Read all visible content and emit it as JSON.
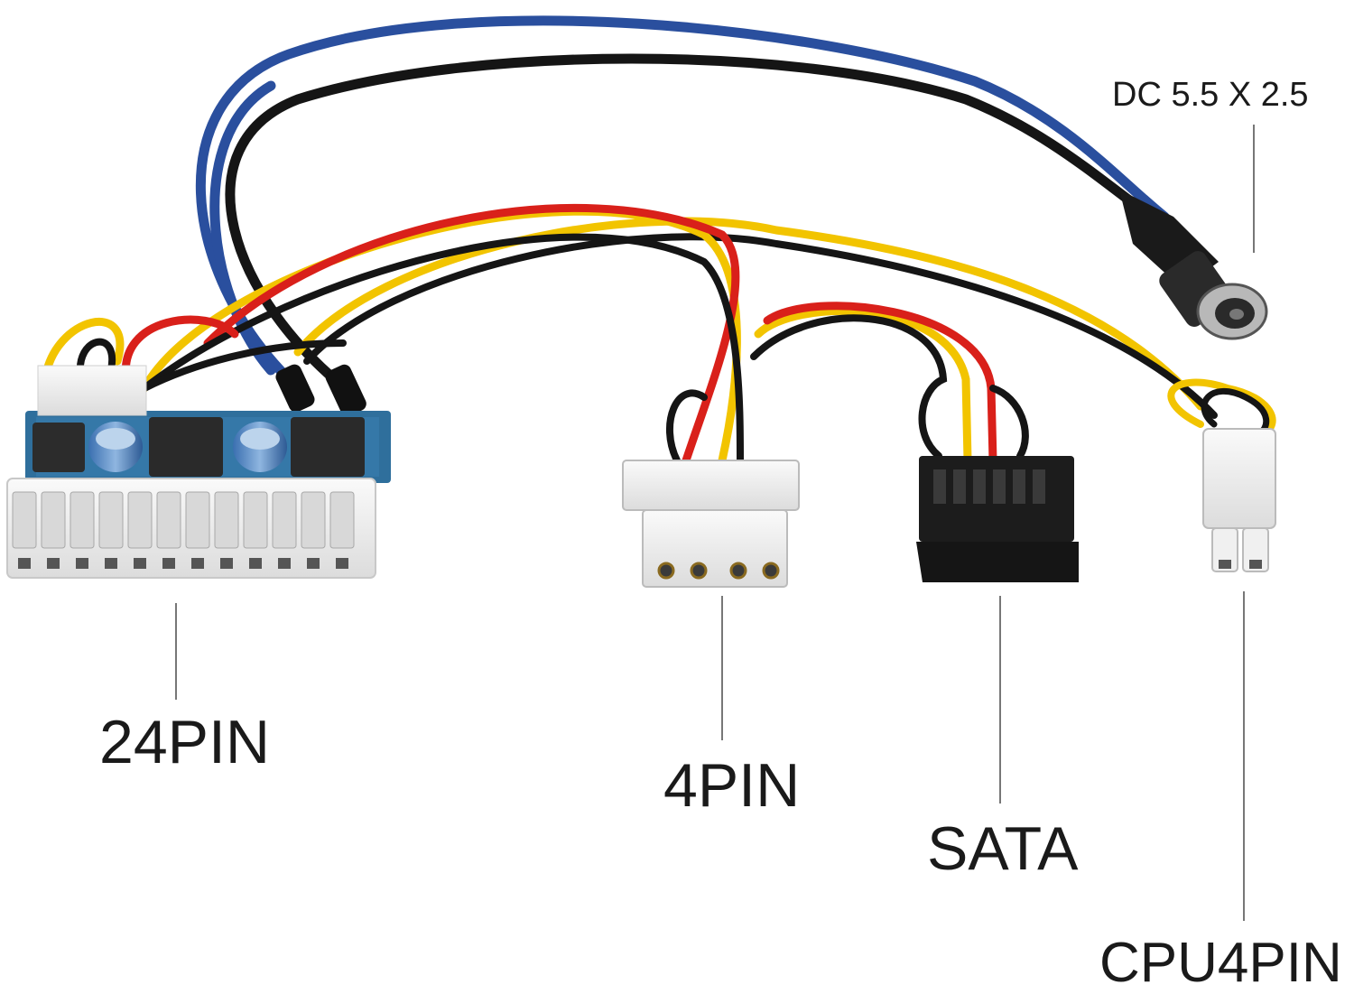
{
  "labels": {
    "dc_jack": "DC  5.5 X 2.5",
    "atx_24pin": "24PIN",
    "molex_4pin": "4PIN",
    "sata": "SATA",
    "cpu_4pin": "CPU4PIN"
  },
  "colors": {
    "wire_yellow": "#f2c400",
    "wire_red": "#d9201a",
    "wire_black": "#151515",
    "wire_blue": "#2a4f9e",
    "connector_white": "#f3f3f3",
    "pcb_blue": "#2f6f9c",
    "sata_black": "#1c1c1c",
    "leader_line": "#777777"
  }
}
